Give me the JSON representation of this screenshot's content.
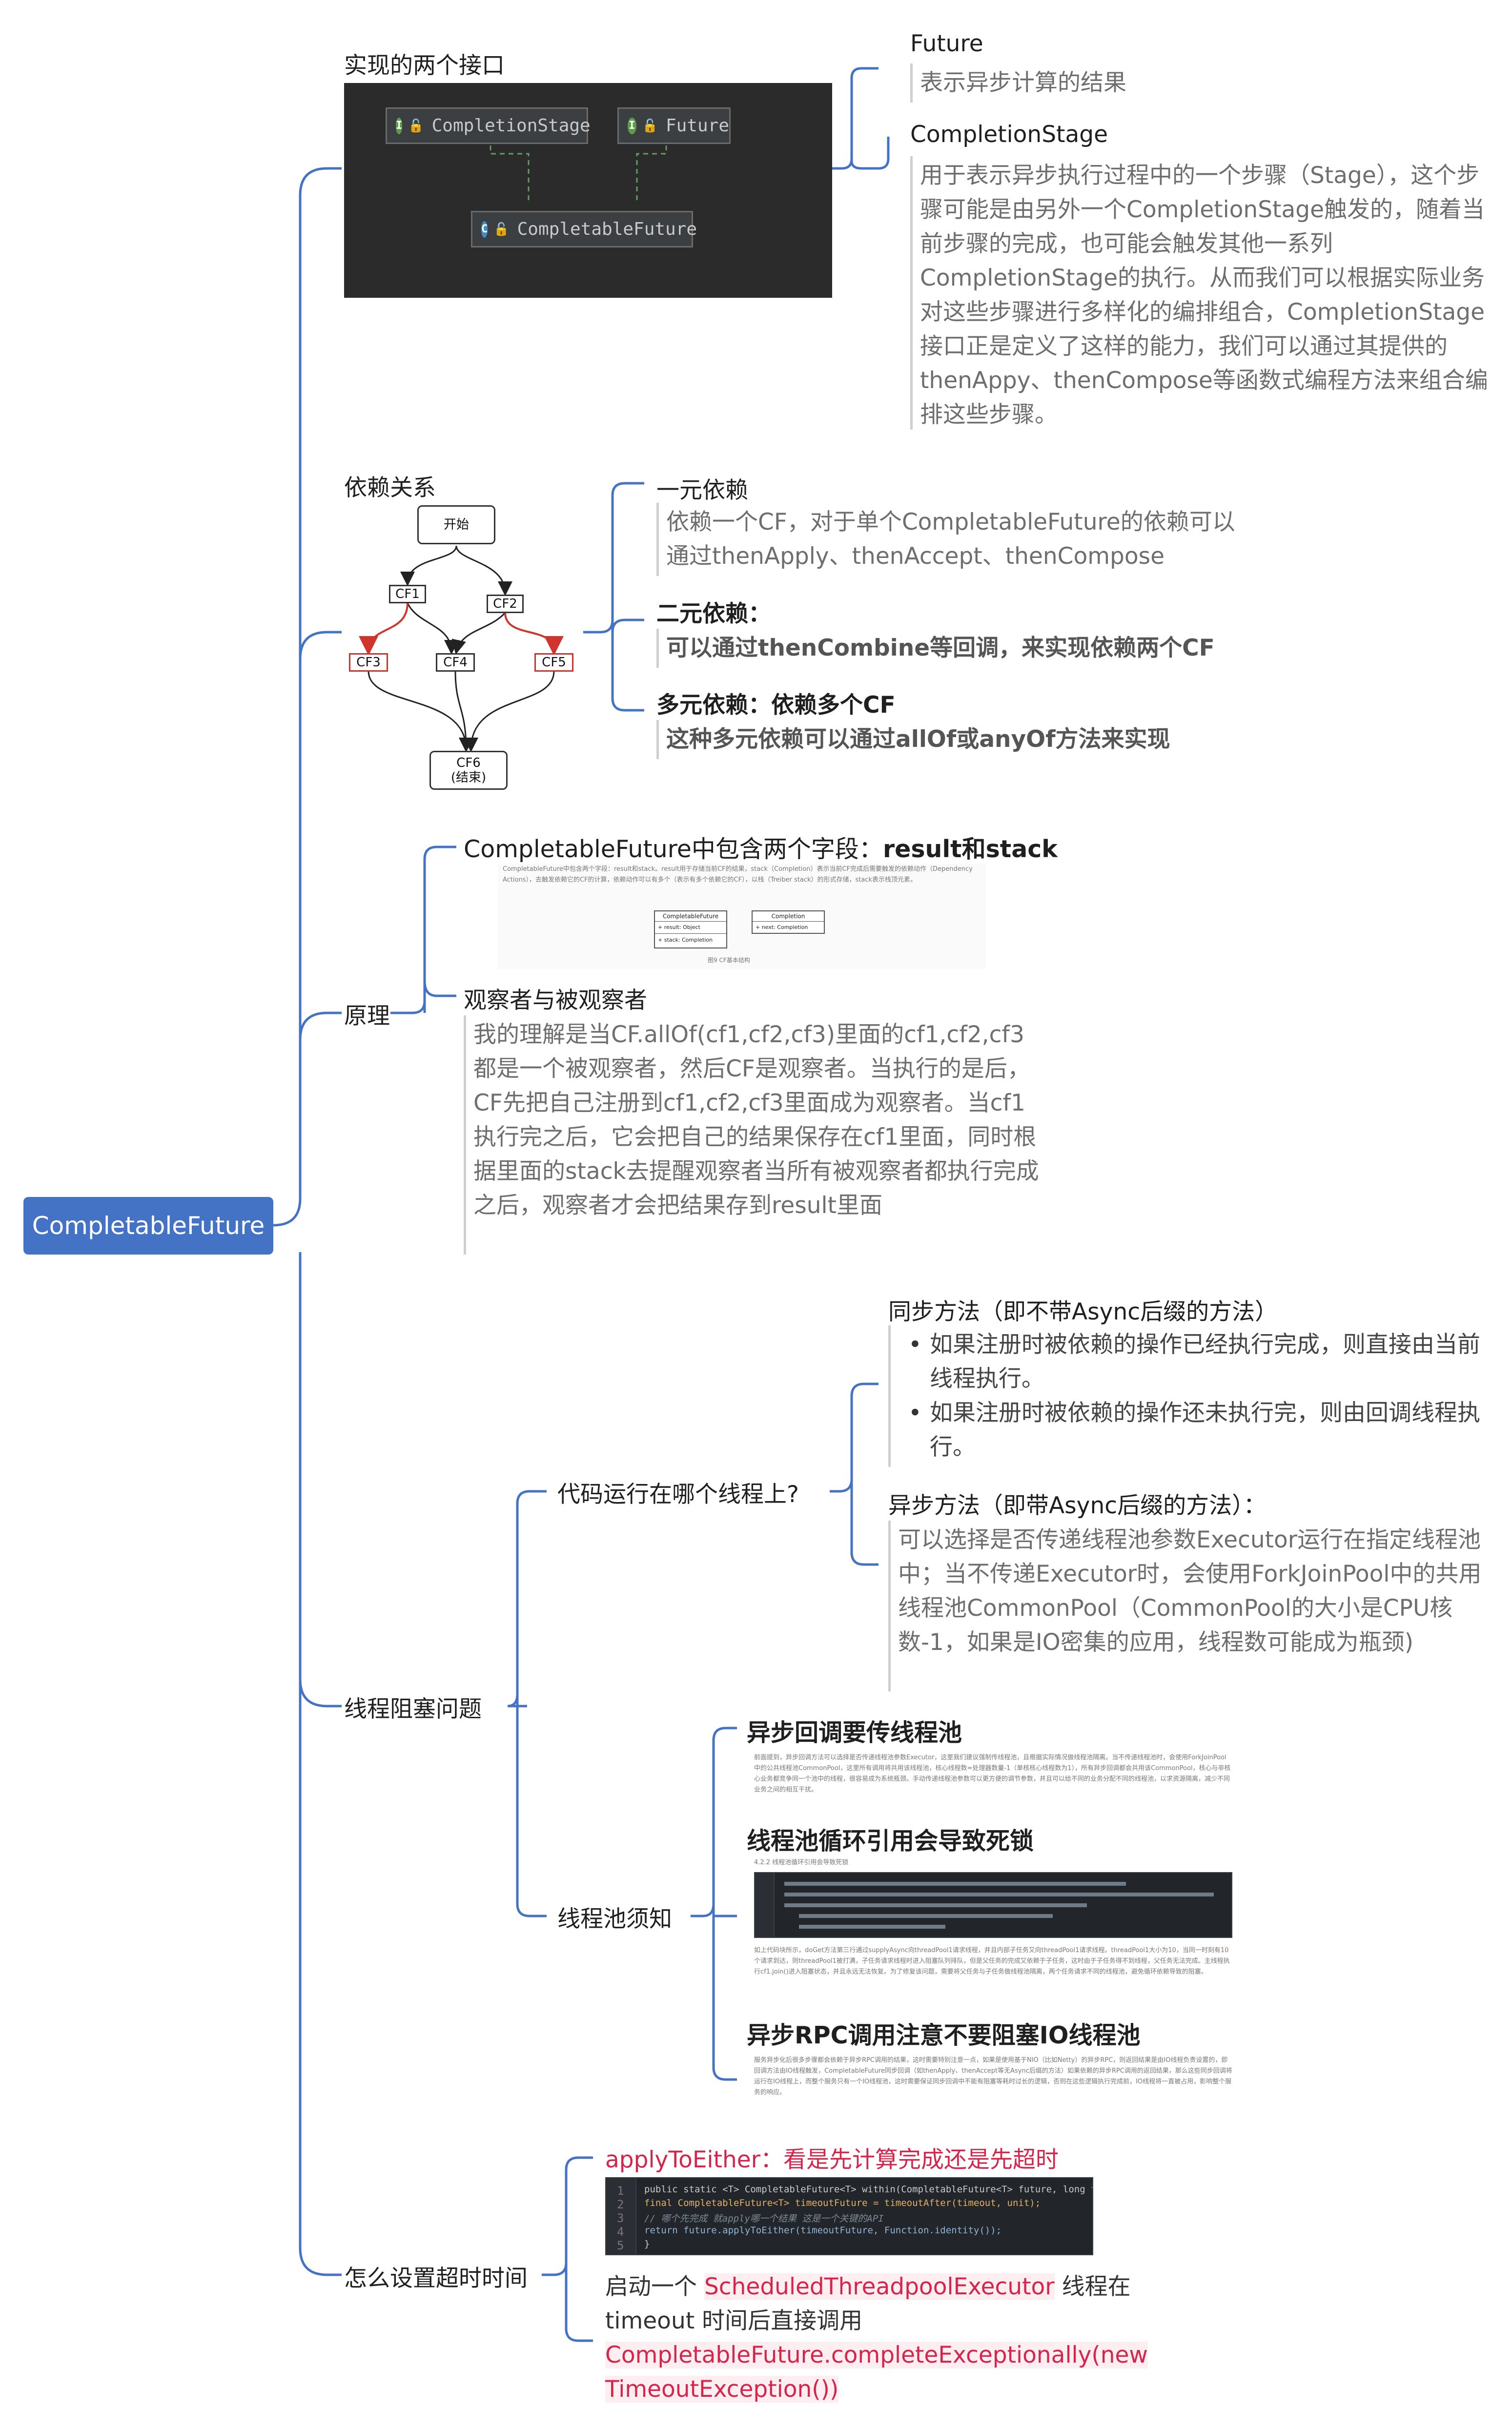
{
  "root": {
    "label": "CompletableFuture"
  },
  "branches": {
    "interfaces": {
      "label": "实现的两个接口",
      "uml": {
        "completion_stage": "CompletionStage",
        "future": "Future",
        "completable_future": "CompletableFuture",
        "interface_glyph": "I",
        "class_glyph": "C"
      },
      "future_title": "Future",
      "future_desc": "表示异步计算的结果",
      "stage_title": "CompletionStage",
      "stage_desc": "用于表示异步执行过程中的一个步骤（Stage），这个步骤可能是由另外一个CompletionStage触发的，随着当前步骤的完成，也可能会触发其他一系列CompletionStage的执行。从而我们可以根据实际业务对这些步骤进行多样化的编排组合，CompletionStage接口正是定义了这样的能力，我们可以通过其提供的thenAppy、thenCompose等函数式编程方法来组合编排这些步骤。"
    },
    "dependency": {
      "label": "依赖关系",
      "graph": {
        "start": "开始",
        "cf1": "CF1",
        "cf2": "CF2",
        "cf3": "CF3",
        "cf4": "CF4",
        "cf5": "CF5",
        "cf6_line1": "CF6",
        "cf6_line2": "(结束)"
      },
      "unary_title": "一元依赖",
      "unary_desc": "依赖一个CF，对于单个CompletableFuture的依赖可以通过thenApply、thenAccept、thenCompose",
      "binary_title": "二元依赖：",
      "binary_desc": "可以通过thenCombine等回调，来实现依赖两个CF",
      "multi_title": "多元依赖：依赖多个CF",
      "multi_desc": "这种多元依赖可以通过allOf或anyOf方法来实现"
    },
    "principle": {
      "label": "原理",
      "fields_title_prefix": "CompletableFuture中包含两个字段：",
      "fields_title_bold": "result和stack",
      "thumb_text": "CompletableFuture中包含两个字段：result和stack。result用于存储当前CF的结果，stack（Completion）表示当前CF完成后需要触发的依赖动作（Dependency Actions），去触发依赖它的CF的计算，依赖动作可以有多个（表示有多个依赖它的CF），以栈（Treiber stack）的形式存储，stack表示栈顶元素。",
      "thumb_box1_title": "CompletableFuture",
      "thumb_box1_f1": "+ result: Object",
      "thumb_box1_f2": "+ stack: Completion",
      "thumb_box2_title": "Completion",
      "thumb_box2_f1": "+ next: Completion",
      "thumb_caption": "图9 CF基本结构",
      "observer_title": "观察者与被观察者",
      "observer_desc": "我的理解是当CF.allOf(cf1,cf2,cf3)里面的cf1,cf2,cf3都是一个被观察者，然后CF是观察者。当执行的是后，CF先把自己注册到cf1,cf2,cf3里面成为观察者。当cf1执行完之后，它会把自己的结果保存在cf1里面，同时根据里面的stack去提醒观察者当所有被观察者都执行完成之后，观察者才会把结果存到result里面"
    },
    "blocking": {
      "label": "线程阻塞问题",
      "which_thread": {
        "label": "代码运行在哪个线程上?",
        "sync_title": "同步方法（即不带Async后缀的方法）",
        "sync_bullets": [
          "如果注册时被依赖的操作已经执行完成，则直接由当前线程执行。",
          "如果注册时被依赖的操作还未执行完，则由回调线程执行。"
        ],
        "async_title": "异步方法（即带Async后缀的方法）：",
        "async_desc": "可以选择是否传递线程池参数Executor运行在指定线程池中；当不传递Executor时，会使用ForkJoinPool中的共用线程池CommonPool（CommonPool的大小是CPU核数-1，如果是IO密集的应用，线程数可能成为瓶颈)"
      },
      "pool_notes": {
        "label": "线程池须知",
        "note1_title": "异步回调要传线程池",
        "note1_text": "前面提到，异步回调方法可以选择是否传递线程池参数Executor，这里我们建议强制传线程池，且根据实际情况做线程池隔离。当不传递线程池时，会使用ForkJoinPool中的公共线程池CommonPool，这里所有调用将共用该线程池，核心线程数=处理器数量-1（单核核心线程数为1），所有异步回调都会共用该CommonPool，核心与非核心业务都竞争同一个池中的线程，很容易成为系统瓶颈。手动传递线程池参数可以更方便的调节参数，并且可以给不同的业务分配不同的线程池，以求资源隔离，减少不同业务之间的相互干扰。",
        "note2_title": "线程池循环引用会导致死锁",
        "note2_sub": "4.2.2 线程池循环引用会导致死锁",
        "note2_text": "如上代码块所示，doGet方法第三行通过supplyAsync向threadPool1请求线程，并且内部子任务又向threadPool1请求线程。threadPool1大小为10，当同一时刻有10个请求到达，则threadPool1被打满，子任务请求线程时进入阻塞队列排队，但是父任务的完成又依赖于子任务，这时由于子任务得不到线程，父任务无法完成。主线程执行cf1.join()进入阻塞状态，并且永远无法恢复。为了修复该问题，需要将父任务与子任务做线程池隔离，两个任务请求不同的线程池，避免循环依赖导致的阻塞。",
        "note3_title": "异步RPC调用注意不要阻塞IO线程池",
        "note3_text": "服务异步化后很多步骤都会依赖于异步RPC调用的结果，这时需要特别注意一点，如果是使用基于NIO（比如Netty）的异步RPC，则返回结果是由IO线程负责设置的，即回调方法由IO线程触发，CompletableFuture同步回调（如thenApply、thenAccept等无Async后缀的方法）如果依赖的异步RPC调用的返回结果，那么这些同步回调将运行在IO线程上，而整个服务只有一个IO线程池，这时需要保证同步回调中不能有阻塞等耗时过长的逻辑，否则在这些逻辑执行完成前，IO线程将一直被占用，影响整个服务的响应。"
      }
    },
    "timeout": {
      "label": "怎么设置超时时间",
      "apply_title": "applyToEither：看是先计算完成还是先超时",
      "code": [
        "public static <T> CompletableFuture<T> within(CompletableFuture<T> future, long tim",
        "    final CompletableFuture<T> timeoutFuture = timeoutAfter(timeout, unit);",
        "    // 哪个先完成 就apply哪一个结果 这是一个关键的API",
        "    return future.applyToEither(timeoutFuture, Function.identity());",
        "}"
      ],
      "code_line_numbers": [
        "1",
        "2",
        "3",
        "4",
        "5"
      ],
      "desc_p1": "启动一个",
      "desc_red1": "ScheduledThreadpoolExecutor",
      "desc_p2": "线程在timeout 时间后直接调用",
      "desc_red2": "CompletableFuture.completeExceptionally(new TimeoutException())"
    }
  },
  "colors": {
    "root": "#4472c4",
    "connector": "#4472c4",
    "highlight": "#d6244a",
    "bar": "#cfcfcf"
  }
}
